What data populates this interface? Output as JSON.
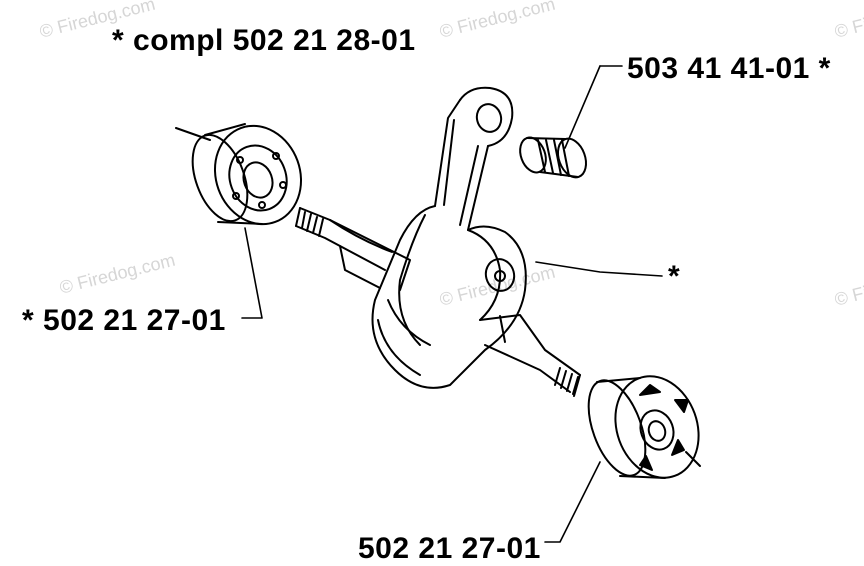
{
  "labels": {
    "assembly": "*  compl 502 21 28-01",
    "needle_bearing": "503 41 41-01  *",
    "bearing_left": "*  502 21 27-01",
    "bearing_bottom": "502 21 27-01",
    "crank_marker": "*"
  },
  "watermark": {
    "text": "© Firedog.com"
  },
  "colors": {
    "line": "#000000",
    "watermark": "#d6d6d6"
  }
}
